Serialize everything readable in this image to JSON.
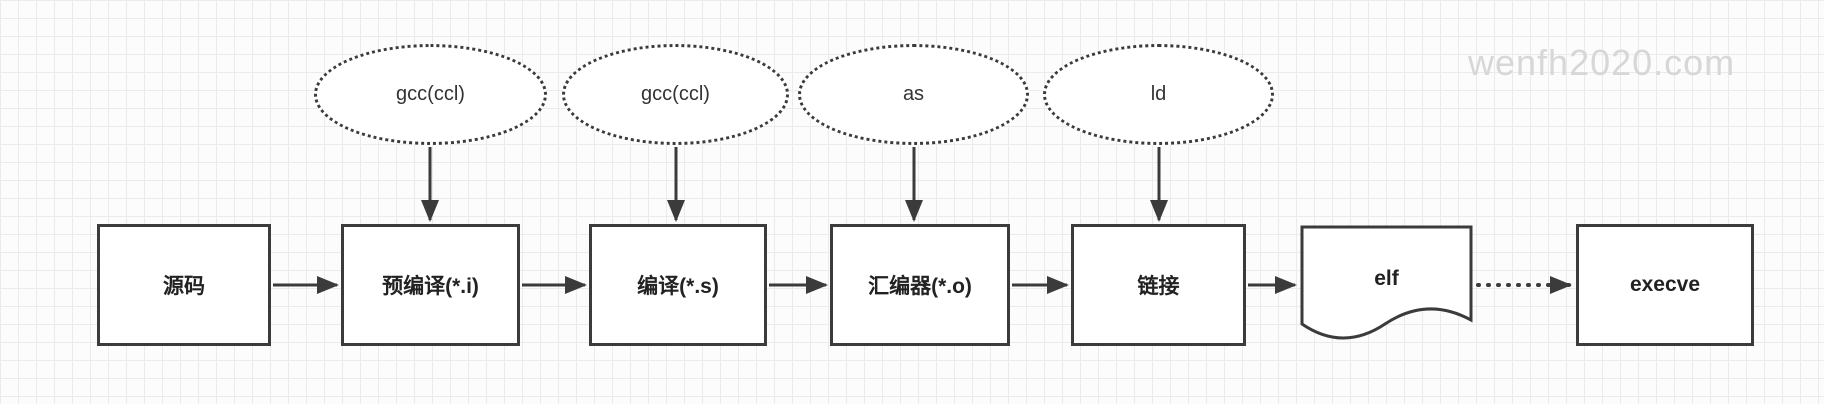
{
  "watermark": "wenfh2020.com",
  "pipeline": {
    "tools": [
      {
        "label": "gcc(ccl)"
      },
      {
        "label": "gcc(ccl)"
      },
      {
        "label": "as"
      },
      {
        "label": "ld"
      }
    ],
    "stages": [
      {
        "label": "源码"
      },
      {
        "label": "预编译(*.i)"
      },
      {
        "label": "编译(*.s)"
      },
      {
        "label": "汇编器(*.o)"
      },
      {
        "label": "链接"
      },
      {
        "label": "elf"
      },
      {
        "label": "execve"
      }
    ]
  }
}
